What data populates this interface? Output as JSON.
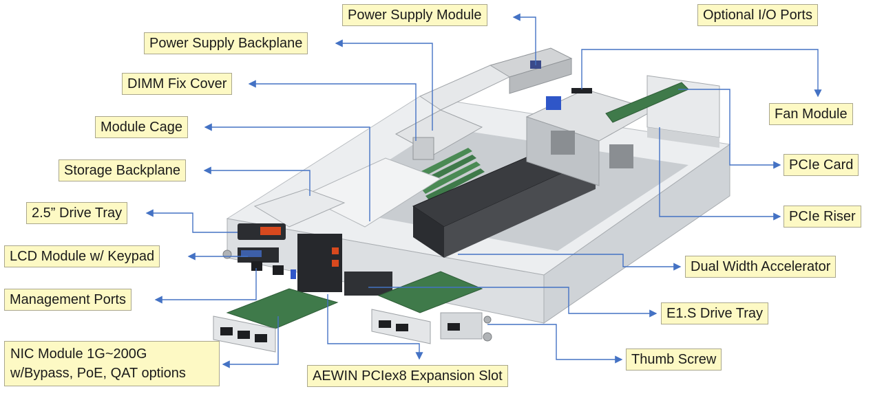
{
  "colors": {
    "label_fill": "#fdf9c4",
    "label_border": "#a9a68c",
    "leader_line": "#4472c4",
    "chassis": "#e4e6e8",
    "dark_part": "#2b2d31",
    "pcb_green": "#3f7a4a"
  },
  "labels": {
    "power_supply_module": "Power Supply Module",
    "optional_io_ports": "Optional I/O Ports",
    "power_supply_backplane": "Power Supply Backplane",
    "dimm_fix_cover": "DIMM Fix Cover",
    "fan_module": "Fan Module",
    "module_cage": "Module Cage",
    "pcie_card": "PCIe Card",
    "storage_backplane": "Storage Backplane",
    "drive_tray": "2.5” Drive Tray",
    "pcie_riser": "PCIe Riser",
    "lcd_module": "LCD Module w/ Keypad",
    "dual_width_accelerator": "Dual Width Accelerator",
    "management_ports": "Management Ports",
    "e1s_drive_tray": "E1.S Drive Tray",
    "nic_module": "NIC Module 1G~200G\nw/Bypass, PoE, QAT options",
    "thumb_screw": "Thumb Screw",
    "expansion_slot": "AEWIN PCIex8 Expansion Slot"
  }
}
